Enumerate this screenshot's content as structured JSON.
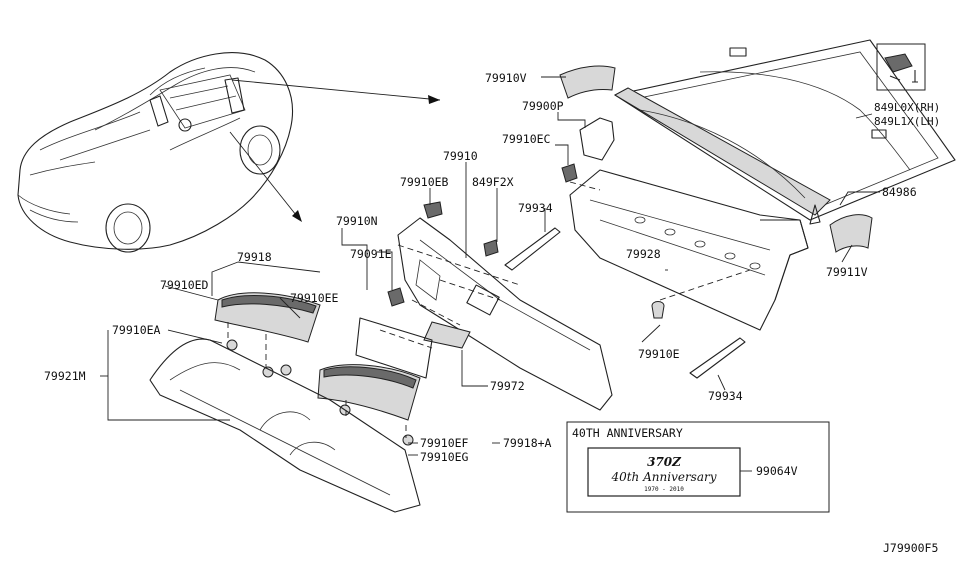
{
  "labels": {
    "p79910V": "79910V",
    "p79900P": "79900P",
    "p79910EC": "79910EC",
    "p79910": "79910",
    "p79910EB": "79910EB",
    "p849F2X": "849F2X",
    "p79934a": "79934",
    "p79910N": "79910N",
    "p79091E": "79091E",
    "p79928": "79928",
    "p79918": "79918",
    "p79910ED": "79910ED",
    "p79910EE": "79910EE",
    "p79910EA": "79910EA",
    "p79921M": "79921M",
    "p79972": "79972",
    "p79910E": "79910E",
    "p79934b": "79934",
    "p79910EF": "79910EF",
    "p79910EG": "79910EG",
    "p79918A": "79918+A",
    "p849L0X": "849L0X(RH)",
    "p849L1X": "849L1X(LH)",
    "p84986": "84986",
    "p79911V": "79911V",
    "p99064V": "99064V"
  },
  "anniversary": {
    "box_title": "40TH ANNIVERSARY",
    "badge_model": "370Z",
    "badge_script": "40th Anniversary",
    "badge_years": "1970 - 2010"
  },
  "diagram_id": "J79900F5"
}
